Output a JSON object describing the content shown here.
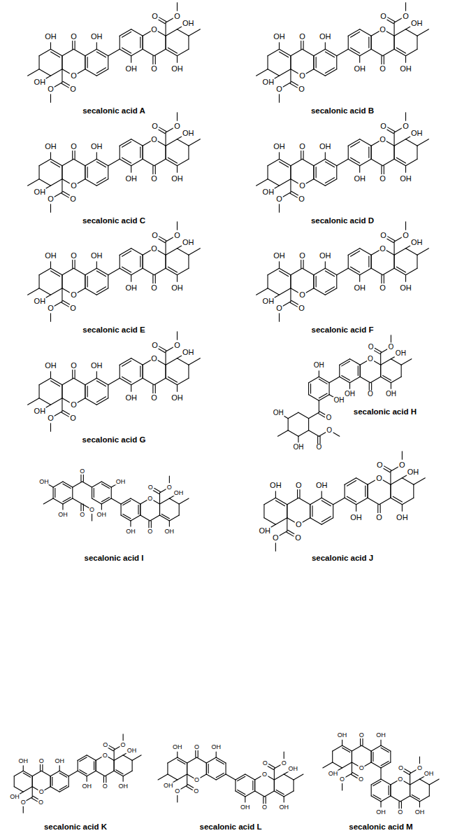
{
  "diagram": {
    "labels": [
      "OH",
      "O",
      "OH",
      "O",
      "OH",
      "O",
      "O",
      "OH",
      "O",
      "OH",
      "O",
      "OH",
      "O",
      "O",
      "secalonic acid A",
      "OH",
      "O",
      "OH",
      "O",
      "OH",
      "O",
      "O",
      "OH",
      "O",
      "OH",
      "O",
      "OH",
      "O",
      "O",
      "secalonic acid B",
      "OH",
      "O",
      "OH",
      "O",
      "OH",
      "O",
      "O",
      "OH",
      "O",
      "OH",
      "O",
      "OH",
      "O",
      "O",
      "secalonic acid C",
      "OH",
      "O",
      "OH",
      "O",
      "OH",
      "O",
      "O",
      "OH",
      "O",
      "OH",
      "O",
      "OH",
      "O",
      "O",
      "secalonic acid D",
      "OH",
      "O",
      "OH",
      "O",
      "OH",
      "O",
      "O",
      "OH",
      "O",
      "OH",
      "O",
      "OH",
      "O",
      "O",
      "secalonic acid E",
      "OH",
      "O",
      "OH",
      "O",
      "OH",
      "O",
      "O",
      "OH",
      "O",
      "OH",
      "O",
      "OH",
      "O",
      "O",
      "secalonic acid F",
      "OH",
      "O",
      "OH",
      "O",
      "OH",
      "O",
      "O",
      "OH",
      "O",
      "OH",
      "O",
      "OH",
      "O",
      "O",
      "secalonic acid G",
      "OH",
      "O",
      "OH",
      "O",
      "OH",
      "O",
      "O",
      "OH",
      "OH",
      "O",
      "OH",
      "OH",
      "O",
      "O",
      "secalonic acid H",
      "OH",
      "O",
      "OH",
      "O",
      "OH",
      "O",
      "O",
      "OH",
      "OH",
      "O",
      "OH",
      "OH",
      "O",
      "O",
      "secalonic acid I",
      "OH",
      "O",
      "OH",
      "O",
      "OH",
      "O",
      "O",
      "OH",
      "O",
      "OH",
      "O",
      "OH",
      "O",
      "O",
      "secalonic acid J",
      "OH",
      "O",
      "OH",
      "O",
      "OH",
      "O",
      "O",
      "OH",
      "O",
      "OH",
      "O",
      "OH",
      "O",
      "O",
      "secalonic acid K",
      "OH",
      "O",
      "OH",
      "O",
      "OH",
      "O",
      "O",
      "OH",
      "O",
      "OH",
      "O",
      "OH",
      "O",
      "O",
      "secalonic acid L",
      "OH",
      "O",
      "OH",
      "O",
      "OH",
      "O",
      "O",
      "OH",
      "O",
      "OH",
      "O",
      "OH",
      "O",
      "O",
      "secalonic acid M"
    ]
  }
}
